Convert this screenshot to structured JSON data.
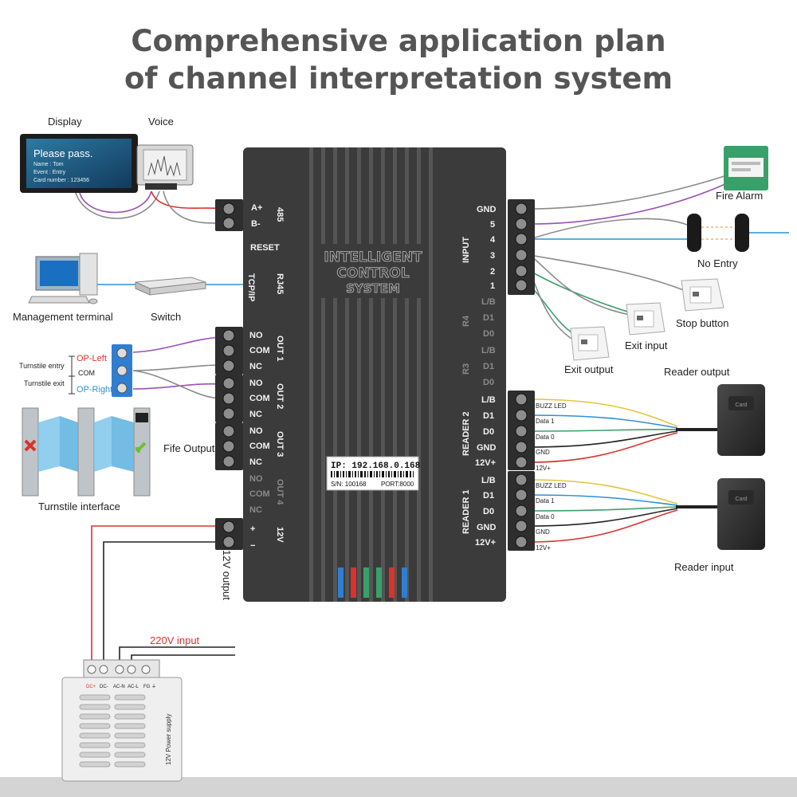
{
  "title": {
    "line1": "Comprehensive application plan",
    "line2": "of channel interpretation system"
  },
  "left_devices": {
    "display": "Display",
    "voice": "Voice",
    "display_screen": {
      "headline": "Please pass.",
      "name": "Name : Tom",
      "event": "Event : Entry",
      "card": "Card number : 123456"
    },
    "management_terminal": "Management terminal",
    "switch": "Switch",
    "turnstile_entry": "Turnstile entry",
    "turnstile_exit": "Turnstile exit",
    "op_left": "OP-Left",
    "com": "COM",
    "op_right": "OP-Right",
    "fife_output": "Fife Output",
    "turnstile_interface": "Turnstile interface",
    "output_12v": "12V output",
    "input_220v": "220V input"
  },
  "power_supply": {
    "label": "12V Power supply",
    "terminals": [
      "DC+",
      "DC-",
      "AC-N",
      "AC-L",
      "FG ⏚"
    ]
  },
  "controller": {
    "brand_line1": "INTELLIGENT",
    "brand_line2": "CONTROL",
    "brand_line3": "SYSTEM",
    "ip": "IP: 192.168.0.168",
    "sn": "S/N: 100168",
    "port": "PORT:8000",
    "port_485": "485",
    "a_plus": "A+",
    "b_minus": "B-",
    "reset": "RESET",
    "tcpip": "TCP/IP",
    "rj45": "RJ45",
    "out1": "OUT 1",
    "out2": "OUT 2",
    "out3": "OUT 3",
    "out4": "OUT 4",
    "no": "NO",
    "com": "COM",
    "nc": "NC",
    "plus": "+",
    "minus": "−",
    "v12": "12V",
    "input": "INPUT",
    "input_pins": [
      "GND",
      "5",
      "4",
      "3",
      "2",
      "1"
    ],
    "r4": "R4",
    "r3": "R3",
    "lb": "L/B",
    "d1": "D1",
    "d0": "D0",
    "gnd": "GND",
    "v12plus": "12V+",
    "reader2": "READER 2",
    "reader1": "READER 1"
  },
  "right_devices": {
    "fire_alarm": "Fire Alarm",
    "no_entry": "No Entry",
    "stop_button": "Stop button",
    "exit_input": "Exit input",
    "exit_output": "Exit output",
    "reader_output": "Reader output",
    "reader_input": "Reader input",
    "card": "Card",
    "wire_labels": [
      "BUZZ LED",
      "Data 1",
      "Data 0",
      "GND",
      "12V+"
    ]
  },
  "colors": {
    "controller_body": "#3b3b3b",
    "terminal_block": "#2e2e2e",
    "wire_purple": "#9b4fb5",
    "wire_grey": "#8a8a8a",
    "wire_blue": "#2f8fd6",
    "wire_green": "#3aa06a",
    "wire_yellow": "#e3c53a",
    "wire_red": "#d9332b",
    "wire_black": "#222222"
  }
}
